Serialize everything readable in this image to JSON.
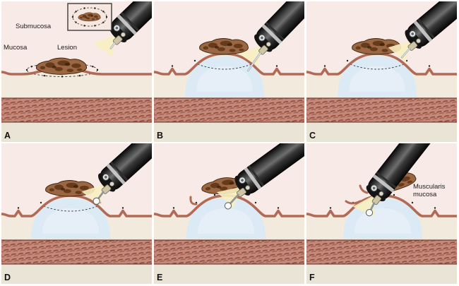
{
  "panels": [
    {
      "letter": "A"
    },
    {
      "letter": "B"
    },
    {
      "letter": "C"
    },
    {
      "letter": "D"
    },
    {
      "letter": "E"
    },
    {
      "letter": "F"
    }
  ],
  "annotations": {
    "submucosa": "Submucosa",
    "mucosa": "Mucosa",
    "lesion": "Lesion",
    "muscularis_mucosa": "Muscularis mucosa"
  },
  "colors": {
    "background": "#f8ebe7",
    "mucosa": "#b06a55",
    "submucosa": "#f1eadd",
    "cushion": "#dceaf5",
    "cushion_inner": "#e9f1f8",
    "muscle": "#c4897b",
    "muscle_fiber": "#8e4c3b",
    "deep_layer": "#eae4d7",
    "lesion": "#9a6742",
    "lesion_dark": "#5c3415",
    "light_beam": "#f7efc2",
    "scope_dark": "#141414",
    "knife_ball": "#fefefe"
  }
}
